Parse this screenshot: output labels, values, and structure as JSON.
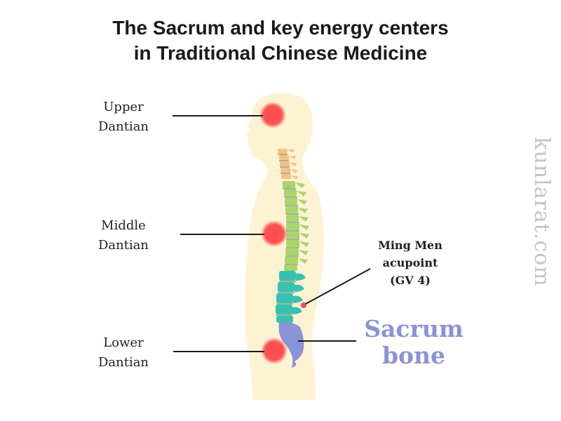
{
  "title": {
    "line1": "The Sacrum and key energy centers",
    "line2": "in Traditional Chinese Medicine"
  },
  "labels": {
    "upper_dantian": [
      "Upper",
      "Dantian"
    ],
    "middle_dantian": [
      "Middle",
      "Dantian"
    ],
    "lower_dantian": [
      "Lower",
      "Dantian"
    ],
    "ming_men": [
      "Ming Men",
      "acupoint",
      "(GV 4)"
    ],
    "sacrum": [
      "Sacrum",
      "bone"
    ]
  },
  "watermark": "kunlarat.com",
  "colors": {
    "body": "#fdf3d3",
    "dantian": "#ff4a4f",
    "cervical": "#f5c27e",
    "thoracic": "#a8d66a",
    "lumbar": "#35c2b0",
    "sacrum": "#8a93d6",
    "ming_men_point": "#f04a4a",
    "leader_line": "#1a1a1a"
  }
}
